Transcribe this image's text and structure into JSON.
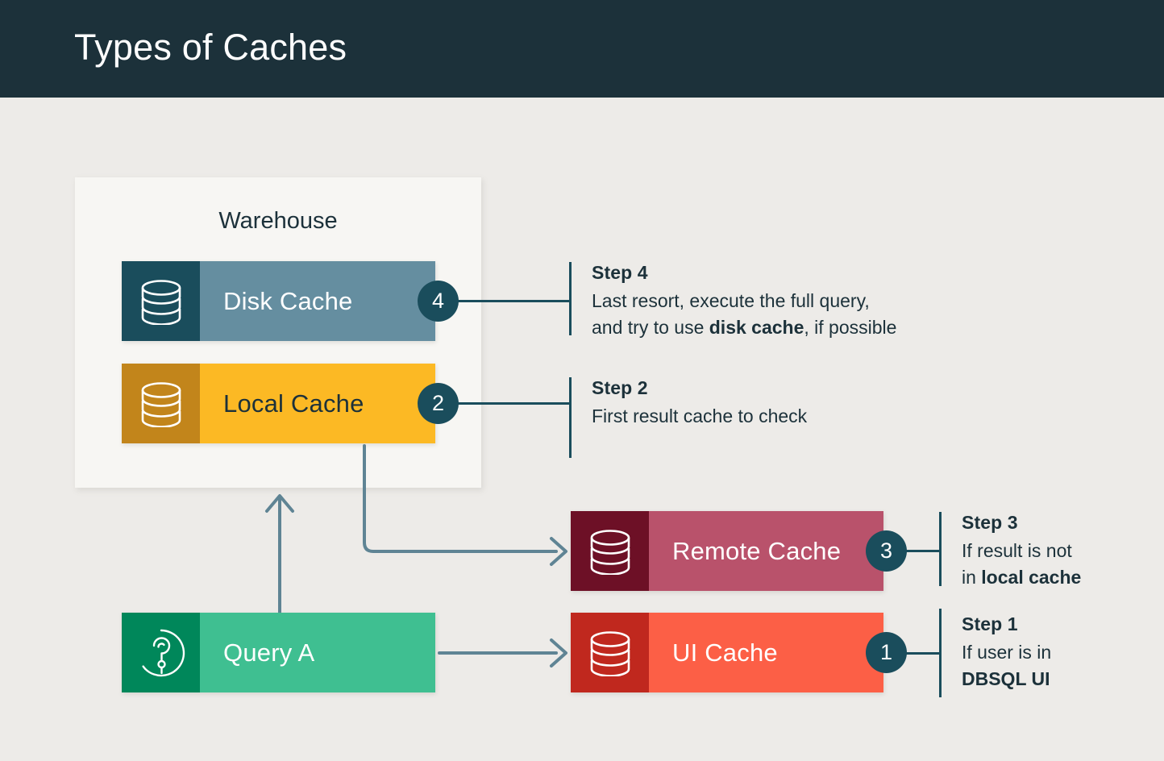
{
  "header": {
    "title": "Types of Caches",
    "background_color": "#1c313a"
  },
  "canvas": {
    "background_color": "#edebe8"
  },
  "warehouse": {
    "label": "Warehouse",
    "background_color": "#f7f6f3"
  },
  "nodes": [
    {
      "id": "disk-cache",
      "label": "Disk Cache",
      "icon": "database-icon",
      "badge": "4",
      "fill_color": "#658ea0",
      "icon_color": "#1a4d5c",
      "text_color": "#ffffff"
    },
    {
      "id": "local-cache",
      "label": "Local Cache",
      "icon": "database-icon",
      "badge": "2",
      "fill_color": "#fcb924",
      "icon_color": "#c2851b",
      "text_color": "#1c313a"
    },
    {
      "id": "remote-cache",
      "label": "Remote Cache",
      "icon": "database-icon",
      "badge": "3",
      "fill_color": "#b9526b",
      "icon_color": "#6d1026",
      "text_color": "#ffffff"
    },
    {
      "id": "ui-cache",
      "label": "UI Cache",
      "icon": "database-icon",
      "badge": "1",
      "fill_color": "#fc5f46",
      "icon_color": "#c0281e",
      "text_color": "#ffffff"
    },
    {
      "id": "query-a",
      "label": "Query A",
      "icon": "question-mark-circle-icon",
      "badge": null,
      "fill_color": "#3fbf91",
      "icon_color": "#00875a",
      "text_color": "#ffffff"
    }
  ],
  "steps": [
    {
      "number": "4",
      "title": "Step 4",
      "line1": "Last resort, execute the full query,",
      "line2_pre": "and try to use ",
      "line2_bold": "disk cache",
      "line2_post": ", if possible"
    },
    {
      "number": "2",
      "title": "Step 2",
      "line1": "First result cache to check",
      "line2_pre": "",
      "line2_bold": "",
      "line2_post": ""
    },
    {
      "number": "3",
      "title": "Step 3",
      "line1": "If result is not",
      "line2_pre": "in ",
      "line2_bold": "local cache",
      "line2_post": ""
    },
    {
      "number": "1",
      "title": "Step 1",
      "line1": "If user is in",
      "line2_pre": "",
      "line2_bold": "DBSQL UI",
      "line2_post": ""
    }
  ],
  "connectors": {
    "line_color": "#1a4d5c",
    "arrow_color": "#5f8494",
    "flows": [
      {
        "from": "query-a",
        "to": "warehouse",
        "direction": "up"
      },
      {
        "from": "local-cache",
        "to": "remote-cache",
        "direction": "elbow-right"
      },
      {
        "from": "query-a",
        "to": "ui-cache",
        "direction": "right"
      }
    ]
  }
}
